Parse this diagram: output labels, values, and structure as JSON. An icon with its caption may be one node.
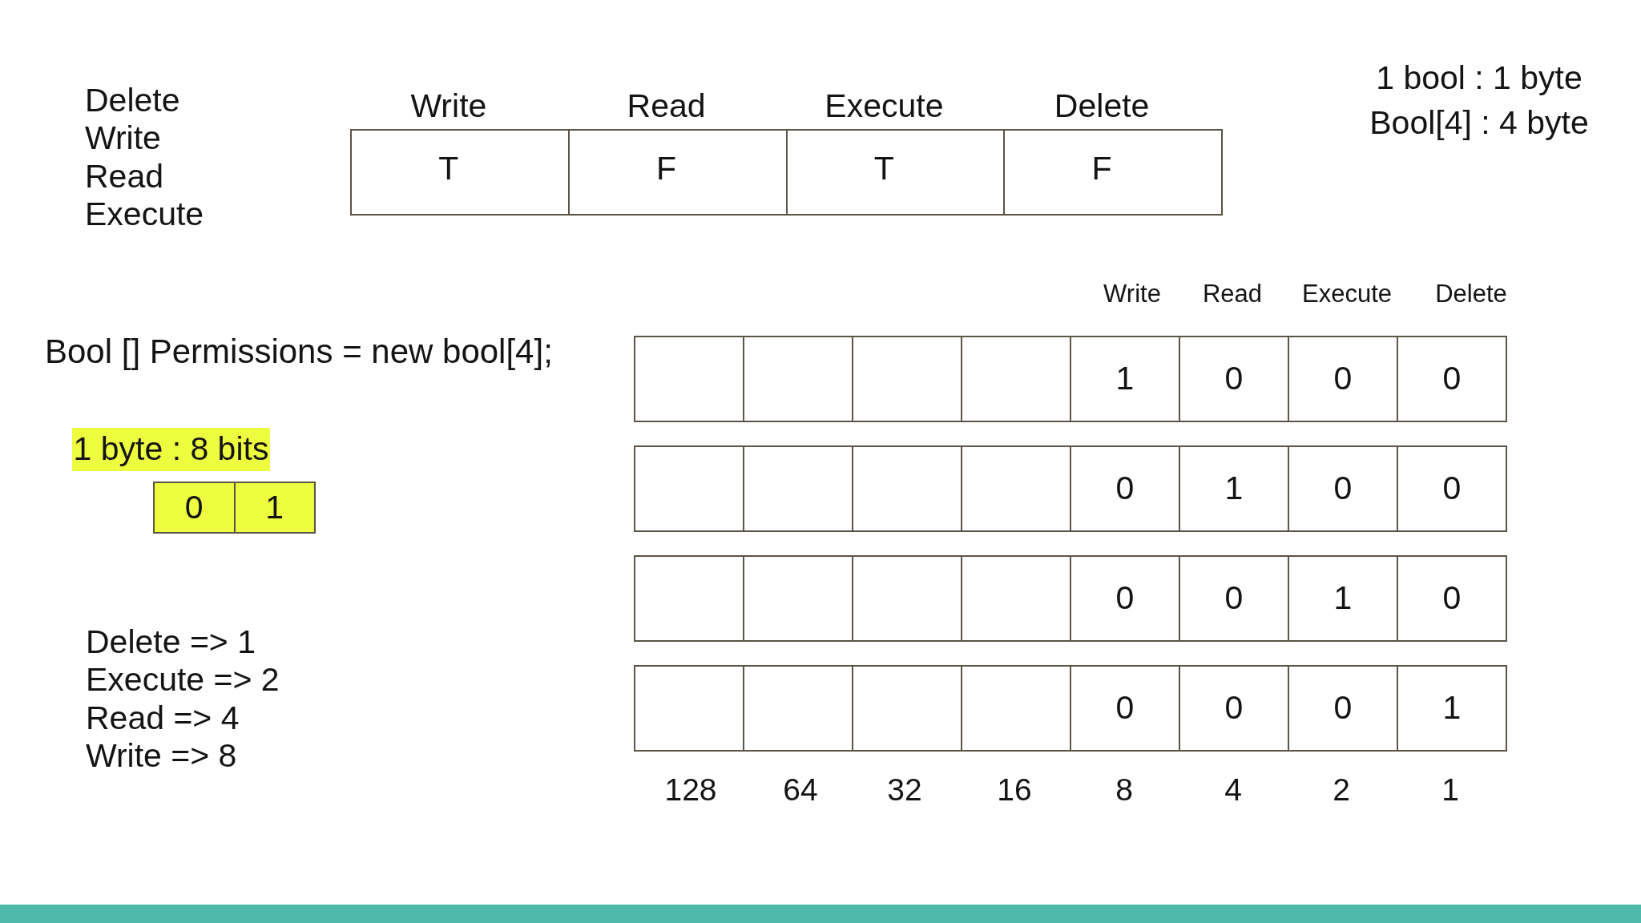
{
  "diagram": {
    "nodes": [
      {
        "text": [
          "Write",
          "T"
        ]
      },
      {
        "text": [
          "Read",
          "F"
        ]
      },
      {
        "text": [
          "Execute",
          "T"
        ]
      },
      {
        "text": [
          "Delete",
          "F"
        ]
      },
      {
        "text": [
          "1 byte : 8 bits"
        ]
      },
      {
        "text": [
          "0"
        ]
      },
      {
        "text": [
          "1"
        ]
      },
      {
        "text": [],
        "shape": "box"
      },
      {
        "text": [],
        "shape": "box"
      },
      {
        "text": [],
        "shape": "box"
      },
      {
        "text": [],
        "shape": "box"
      },
      {
        "text": [
          "1"
        ]
      },
      {
        "text": [
          "0"
        ]
      },
      {
        "text": [
          "0"
        ]
      },
      {
        "text": [
          "0"
        ]
      },
      {
        "text": [],
        "shape": "box"
      },
      {
        "text": [],
        "shape": "box"
      },
      {
        "text": [],
        "shape": "box"
      },
      {
        "text": [],
        "shape": "box"
      },
      {
        "text": [
          "0"
        ]
      },
      {
        "text": [
          "1"
        ]
      },
      {
        "text": [
          "0"
        ]
      },
      {
        "text": [
          "0"
        ]
      },
      {
        "text": [],
        "shape": "box"
      },
      {
        "text": [],
        "shape": "box"
      },
      {
        "text": [],
        "shape": "box"
      },
      {
        "text": [],
        "shape": "box"
      },
      {
        "text": [
          "0"
        ]
      },
      {
        "text": [
          "0"
        ]
      },
      {
        "text": [
          "1"
        ]
      },
      {
        "text": [
          "0"
        ]
      },
      {
        "text": [],
        "shape": "box"
      },
      {
        "text": [],
        "shape": "box"
      },
      {
        "text": [],
        "shape": "box"
      },
      {
        "text": [],
        "shape": "box"
      },
      {
        "text": [
          "0"
        ]
      },
      {
        "text": [
          "0"
        ]
      },
      {
        "text": [
          "0"
        ]
      },
      {
        "text": [
          "1"
        ]
      }
    ],
    "labels": [
      "1 bool : 1 byte",
      "Bool[4] : 4 byte",
      "Delete",
      "Write",
      "Read",
      "Execute",
      "Write",
      "Read",
      "Execute",
      "Delete",
      "Bool [] Permissions = new bool[4];",
      "Delete => 1",
      "Execute => 2",
      "Read => 4",
      "Write => 8",
      "128",
      "64",
      "32",
      "16",
      "8",
      "4",
      "2",
      "1"
    ]
  }
}
